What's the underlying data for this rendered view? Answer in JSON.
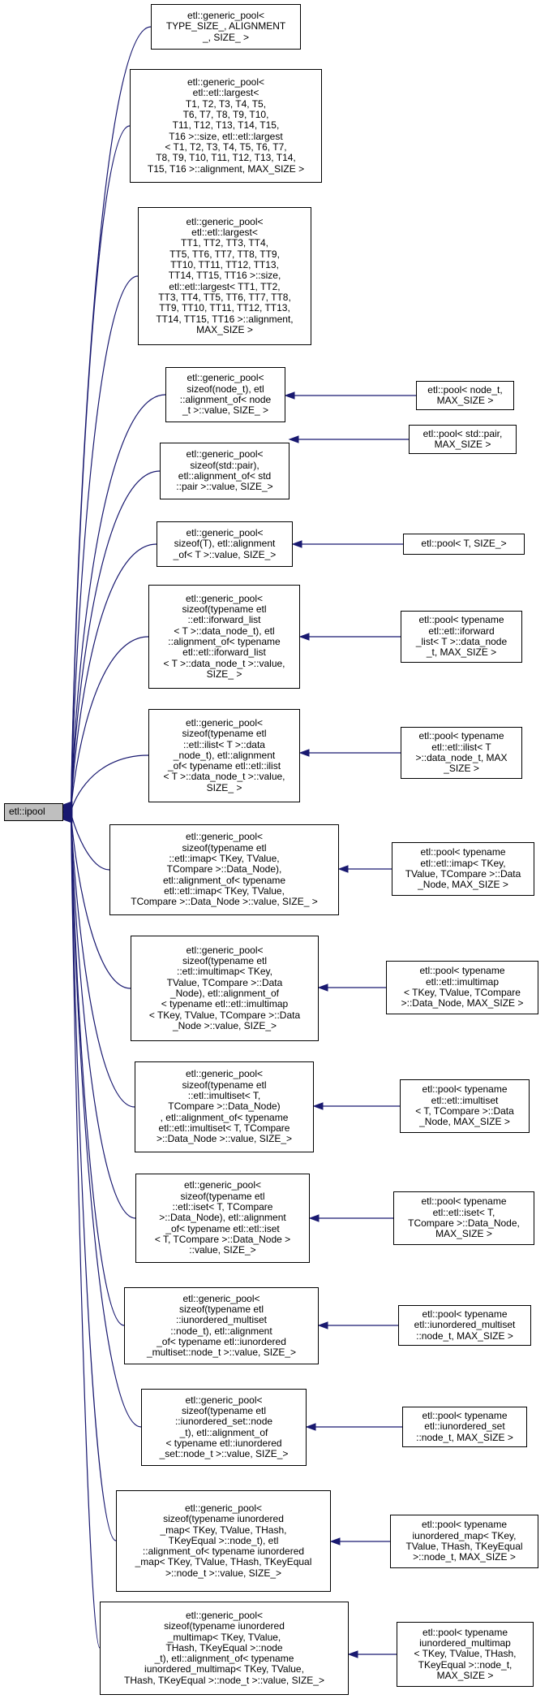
{
  "root": {
    "label": "etl::ipool"
  },
  "colors": {
    "edge": "#191970",
    "root_fill": "#bfbfbf",
    "node_fill": "#ffffff"
  },
  "generic_pools": [
    {
      "label": "etl::generic_pool<\nTYPE_SIZE_, ALIGNMENT\n_, SIZE_ >"
    },
    {
      "label": "etl::generic_pool<\netl::etl::largest<\nT1, T2, T3, T4, T5,\nT6, T7, T8, T9, T10,\nT11, T12, T13, T14, T15,\nT16 >::size, etl::etl::largest\n< T1, T2, T3, T4, T5, T6, T7,\nT8, T9, T10, T11, T12, T13, T14,\nT15, T16 >::alignment, MAX_SIZE >"
    },
    {
      "label": "etl::generic_pool<\netl::etl::largest<\nTT1, TT2, TT3, TT4,\nTT5, TT6, TT7, TT8, TT9,\nTT10, TT11, TT12, TT13,\nTT14, TT15, TT16 >::size,\netl::etl::largest< TT1, TT2,\nTT3, TT4, TT5, TT6, TT7, TT8,\nTT9, TT10, TT11, TT12, TT13,\nTT14, TT15, TT16 >::alignment,\nMAX_SIZE >"
    },
    {
      "label": "etl::generic_pool<\nsizeof(node_t), etl\n::alignment_of< node\n_t >::value, SIZE_ >"
    },
    {
      "label": "etl::generic_pool<\nsizeof(std::pair),\netl::alignment_of< std\n::pair >::value, SIZE_>"
    },
    {
      "label": "etl::generic_pool<\nsizeof(T), etl::alignment\n_of< T >::value, SIZE_>"
    },
    {
      "label": "etl::generic_pool<\nsizeof(typename etl\n::etl::iforward_list\n< T >::data_node_t), etl\n::alignment_of< typename\netl::etl::iforward_list\n< T >::data_node_t >::value,\nSIZE_ >"
    },
    {
      "label": "etl::generic_pool<\nsizeof(typename etl\n::etl::ilist< T >::data\n_node_t), etl::alignment\n_of< typename etl::etl::ilist\n< T >::data_node_t >::value,\nSIZE_ >"
    },
    {
      "label": "etl::generic_pool<\nsizeof(typename etl\n::etl::imap< TKey, TValue,\nTCompare >::Data_Node),\netl::alignment_of< typename\netl::etl::imap< TKey, TValue,\nTCompare >::Data_Node >::value, SIZE_ >"
    },
    {
      "label": "etl::generic_pool<\nsizeof(typename etl\n::etl::imultimap< TKey,\nTValue, TCompare >::Data\n_Node), etl::alignment_of\n< typename etl::etl::imultimap\n< TKey, TValue, TCompare >::Data\n_Node >::value, SIZE_>"
    },
    {
      "label": "etl::generic_pool<\nsizeof(typename etl\n::etl::imultiset< T,\nTCompare >::Data_Node)\n, etl::alignment_of< typename\netl::etl::imultiset< T, TCompare\n>::Data_Node >::value, SIZE_>"
    },
    {
      "label": "etl::generic_pool<\nsizeof(typename etl\n::etl::iset< T, TCompare\n>::Data_Node), etl::alignment\n_of< typename etl::etl::iset\n< T, TCompare >::Data_Node >\n::value, SIZE_>"
    },
    {
      "label": "etl::generic_pool<\nsizeof(typename etl\n::iunordered_multiset\n::node_t), etl::alignment\n_of< typename etl::iunordered\n_multiset::node_t >::value, SIZE_>"
    },
    {
      "label": "etl::generic_pool<\nsizeof(typename etl\n::iunordered_set::node\n_t), etl::alignment_of\n< typename etl::iunordered\n_set::node_t >::value, SIZE_>"
    },
    {
      "label": "etl::generic_pool<\nsizeof(typename iunordered\n_map< TKey, TValue, THash,\nTKeyEqual >::node_t), etl\n::alignment_of< typename iunordered\n_map< TKey, TValue, THash, TKeyEqual\n>::node_t >::value, SIZE_>"
    },
    {
      "label": "etl::generic_pool<\nsizeof(typename iunordered\n_multimap< TKey, TValue,\nTHash, TKeyEqual >::node\n_t), etl::alignment_of< typename\niunordered_multimap< TKey, TValue,\nTHash, TKeyEqual >::node_t >::value, SIZE_>"
    }
  ],
  "pools": [
    {
      "label": "etl::pool< node_t,\nMAX_SIZE >"
    },
    {
      "label": "etl::pool< std::pair,\nMAX_SIZE >"
    },
    {
      "label": "etl::pool< T, SIZE_>"
    },
    {
      "label": "etl::pool< typename\netl::etl::iforward\n_list< T >::data_node\n_t, MAX_SIZE >"
    },
    {
      "label": "etl::pool< typename\netl::etl::ilist< T\n>::data_node_t, MAX\n_SIZE >"
    },
    {
      "label": "etl::pool< typename\netl::etl::imap< TKey,\nTValue, TCompare >::Data\n_Node, MAX_SIZE >"
    },
    {
      "label": "etl::pool< typename\netl::etl::imultimap\n< TKey, TValue, TCompare\n>::Data_Node, MAX_SIZE >"
    },
    {
      "label": "etl::pool< typename\netl::etl::imultiset\n< T, TCompare >::Data\n_Node, MAX_SIZE >"
    },
    {
      "label": "etl::pool< typename\netl::etl::iset< T,\nTCompare >::Data_Node,\nMAX_SIZE >"
    },
    {
      "label": "etl::pool< typename\netl::iunordered_multiset\n::node_t, MAX_SIZE >"
    },
    {
      "label": "etl::pool< typename\netl::iunordered_set\n::node_t, MAX_SIZE >"
    },
    {
      "label": "etl::pool< typename\niunordered_map< TKey,\nTValue, THash, TKeyEqual\n>::node_t, MAX_SIZE >"
    },
    {
      "label": "etl::pool< typename\niunordered_multimap\n< TKey, TValue, THash,\nTKeyEqual >::node_t,\nMAX_SIZE >"
    }
  ]
}
